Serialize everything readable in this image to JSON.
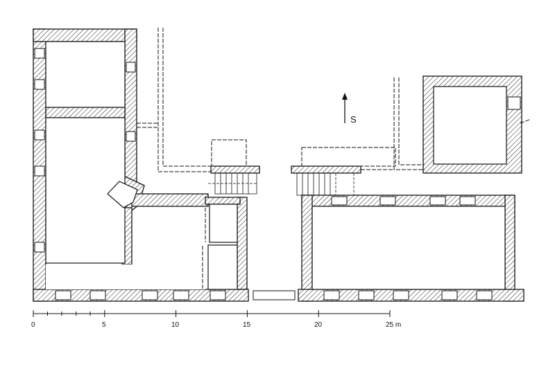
{
  "plan": {
    "orientation_label": "S",
    "scale_bar": {
      "unit": "m",
      "ticks": [
        "0",
        "5",
        "10",
        "15",
        "20",
        "25 m"
      ],
      "max_m": 25
    }
  }
}
